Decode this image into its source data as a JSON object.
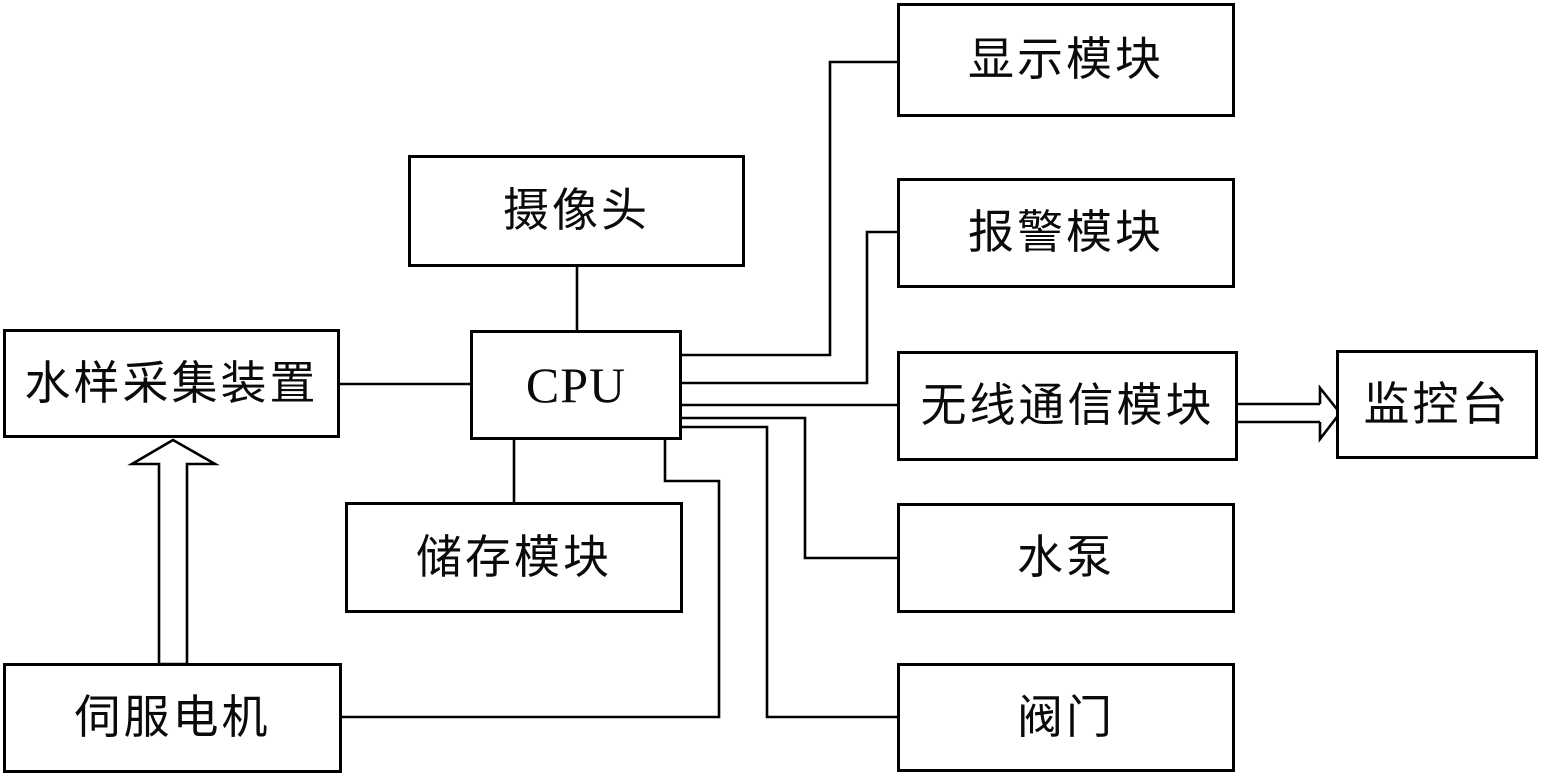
{
  "diagram": {
    "background_color": "#ffffff",
    "line_color": "#000000",
    "text_color": "#0a0a0a",
    "nodes": {
      "camera": {
        "label": "摄像头"
      },
      "water_sampler": {
        "label": "水样采集装置"
      },
      "cpu": {
        "label": "CPU"
      },
      "storage": {
        "label": "储存模块"
      },
      "servo_motor": {
        "label": "伺服电机"
      },
      "display": {
        "label": "显示模块"
      },
      "alarm": {
        "label": "报警模块"
      },
      "wireless": {
        "label": "无线通信模块"
      },
      "pump": {
        "label": "水泵"
      },
      "valve": {
        "label": "阀门"
      },
      "monitor": {
        "label": "监控台"
      }
    },
    "edges": [
      {
        "from": "camera",
        "to": "cpu",
        "style": "line"
      },
      {
        "from": "water_sampler",
        "to": "cpu",
        "style": "line"
      },
      {
        "from": "cpu",
        "to": "display",
        "style": "line"
      },
      {
        "from": "cpu",
        "to": "alarm",
        "style": "line"
      },
      {
        "from": "cpu",
        "to": "wireless",
        "style": "line"
      },
      {
        "from": "cpu",
        "to": "pump",
        "style": "line"
      },
      {
        "from": "cpu",
        "to": "valve",
        "style": "line"
      },
      {
        "from": "cpu",
        "to": "storage",
        "style": "line"
      },
      {
        "from": "servo_motor",
        "to": "cpu",
        "style": "line"
      },
      {
        "from": "servo_motor",
        "to": "water_sampler",
        "style": "hollow-up-arrow"
      },
      {
        "from": "wireless",
        "to": "monitor",
        "style": "open-double-arrow"
      }
    ]
  }
}
